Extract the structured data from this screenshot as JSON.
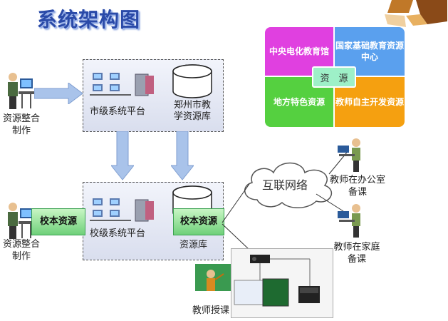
{
  "title": "系统架构图",
  "resources": {
    "top_left": "中央电化教育馆",
    "top_right": "国家基础教育资源中心",
    "bottom_left": "地方特色资源",
    "bottom_right": "教师自主开发资源",
    "center": "资　源"
  },
  "city": {
    "platform": "市级系统平台",
    "library": "郑州市教学资源库"
  },
  "school": {
    "platform": "校级系统平台",
    "library_label": "资源库",
    "school_resource_box": "校本资源",
    "side_resource_box": "校本资源"
  },
  "actors": {
    "top_worker": "资源整合制作",
    "bottom_worker": "资源整合制作",
    "office_teacher": "教师在办公室备课",
    "home_teacher": "教师在家庭备课",
    "teaching": "教师授课"
  },
  "network": "互联网络",
  "colors": {
    "magenta": "#e040e0",
    "blue": "#5aa0ee",
    "green": "#55d040",
    "orange": "#f5a010",
    "arrow": "#a9c3ea"
  }
}
